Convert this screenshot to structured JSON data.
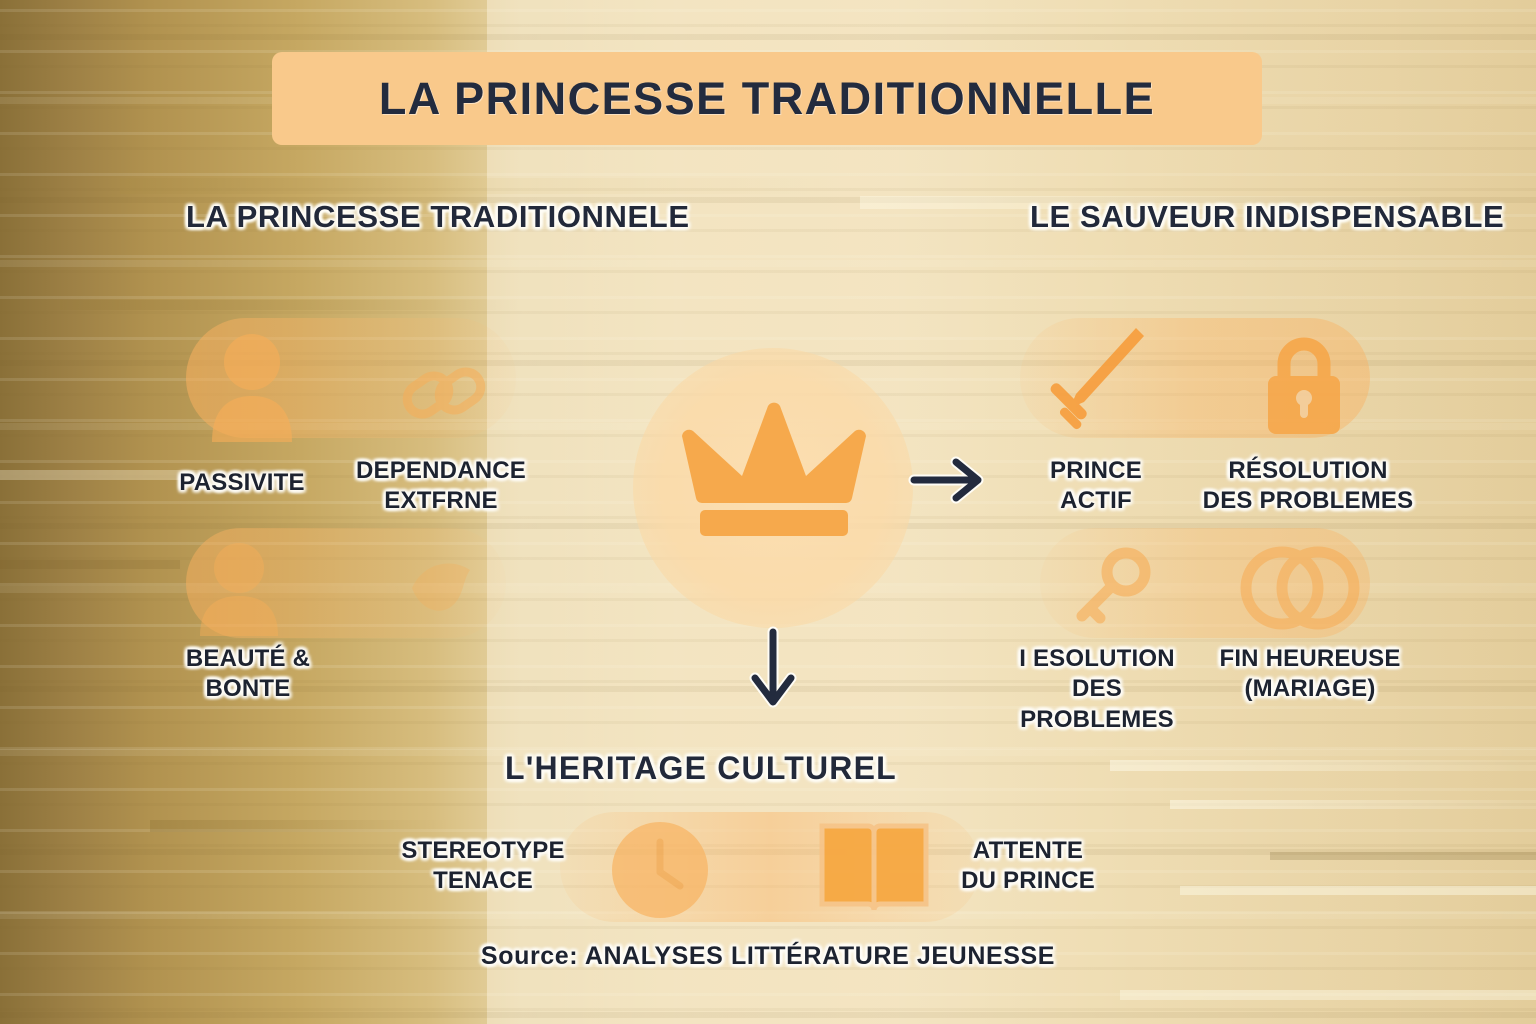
{
  "title": {
    "text": "LA PRINCESSE TRADITIONNELLE"
  },
  "colors": {
    "accent_orange": "#f6a94c",
    "badge_peach": "#f9c98b",
    "text_navy": "#232b3e",
    "bg_gold_dark": "#8a7038",
    "bg_cream": "#f0dfb8"
  },
  "columns": {
    "left": {
      "heading": "LA PRINCESSE\nTRADITIONNELE",
      "items": [
        {
          "label": "PASSIVITE",
          "icon": "person-icon"
        },
        {
          "label": "DEPENDANCE\nEXTFRNE",
          "icon": "chain-link-icon"
        },
        {
          "label": "BEAUTÉ &\nBONTE",
          "icon": "person-icon"
        }
      ]
    },
    "right": {
      "heading": "LE SAUVEUR\nINDISPENSABLE",
      "items": [
        {
          "label": "PRINCE\nACTIF",
          "icon": "sword-icon"
        },
        {
          "label": "RÉSOLUTION\nDES PROBLEMES",
          "icon": "lock-icon"
        },
        {
          "label": "I ESOLUTION\nDES PROBLEMES",
          "icon": "key-icon"
        },
        {
          "label": "FIN HEUREUSE\n(MARIAGE)",
          "icon": "rings-icon"
        }
      ]
    }
  },
  "bottom_section": {
    "heading": "L'HERITAGE CULTUREL",
    "items": [
      {
        "label": "STEREOTYPE\nTENACE",
        "icon": "clock-icon"
      },
      {
        "label": "ATTENTE\nDU PRINCE",
        "icon": "open-book-icon"
      }
    ]
  },
  "center": {
    "icon": "crown-icon"
  },
  "arrows": {
    "right_arrow": "arrow-right-icon",
    "down_arrow": "arrow-down-icon"
  },
  "source": {
    "text": "Source: ANALYSES LITTÉRATURE JEUNESSE"
  }
}
